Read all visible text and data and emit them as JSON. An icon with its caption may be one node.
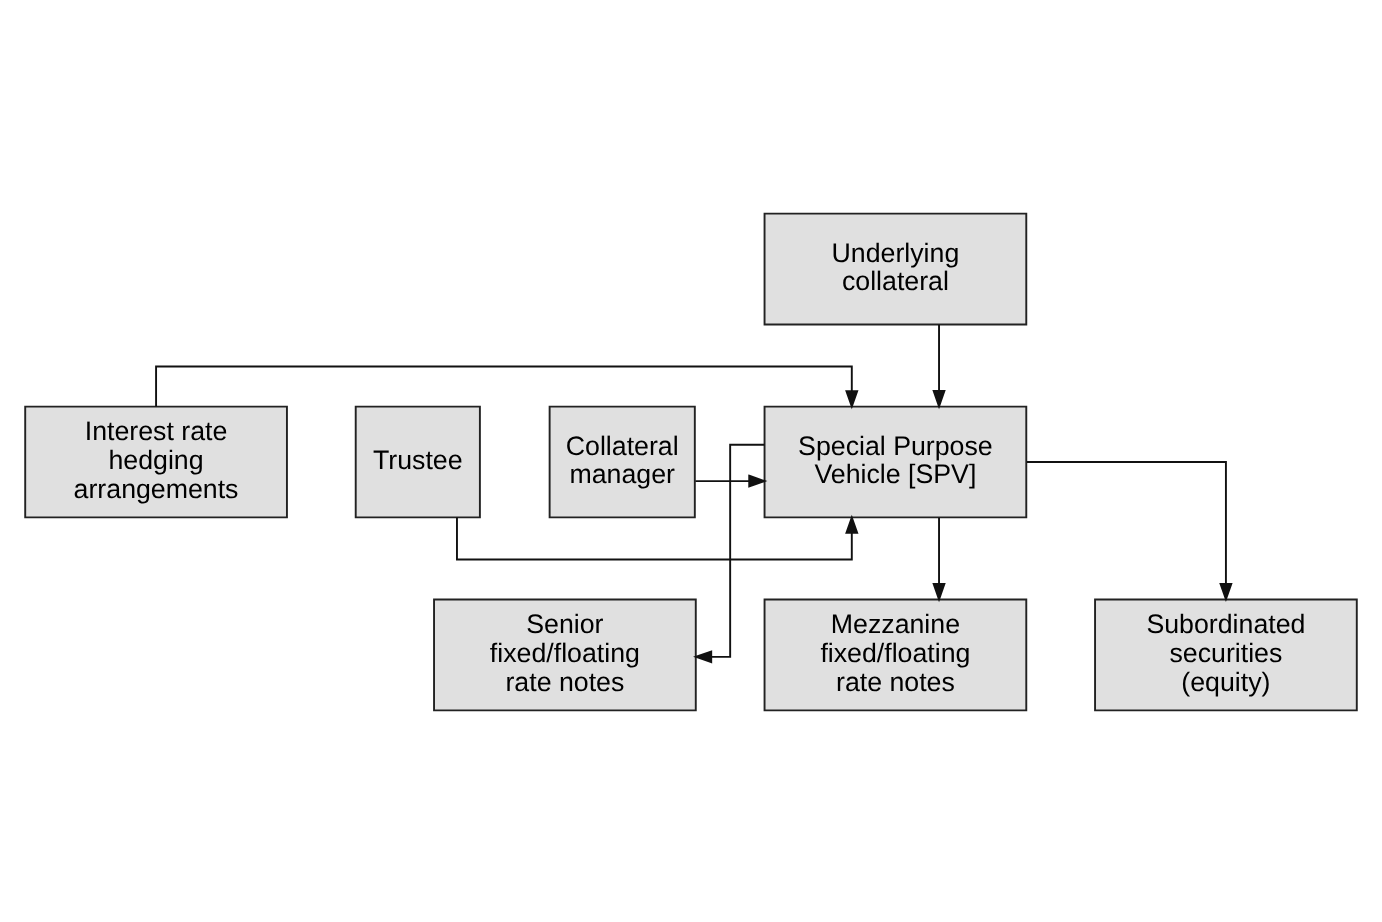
{
  "diagram": {
    "nodes": [
      {
        "text": [
          "Underlying collateral"
        ]
      },
      {
        "text": [
          "Interest rate hedging arrangements"
        ]
      },
      {
        "text": [
          "Special Purpose Vehicle [SPV]"
        ]
      },
      {
        "text": [
          "Trustee"
        ]
      },
      {
        "text": [
          "Collateral manager"
        ]
      },
      {
        "text": [
          "Senior fixed/floating rate notes"
        ]
      },
      {
        "text": [
          "Mezzanine fixed/floating rate notes"
        ]
      },
      {
        "text": [
          "Subordinated securities (equity)"
        ]
      }
    ],
    "edges": [
      {
        "from": 0,
        "to": 2,
        "arrow": "to"
      },
      {
        "from": 1,
        "to": 2,
        "arrow": "to"
      },
      {
        "from": 3,
        "to": 2,
        "arrow": "to"
      },
      {
        "from": 4,
        "to": 2,
        "arrow": "to"
      },
      {
        "from": 2,
        "to": 5,
        "arrow": "to"
      },
      {
        "from": 2,
        "to": 6,
        "arrow": "to"
      },
      {
        "from": 2,
        "to": 7,
        "arrow": "to"
      }
    ]
  }
}
